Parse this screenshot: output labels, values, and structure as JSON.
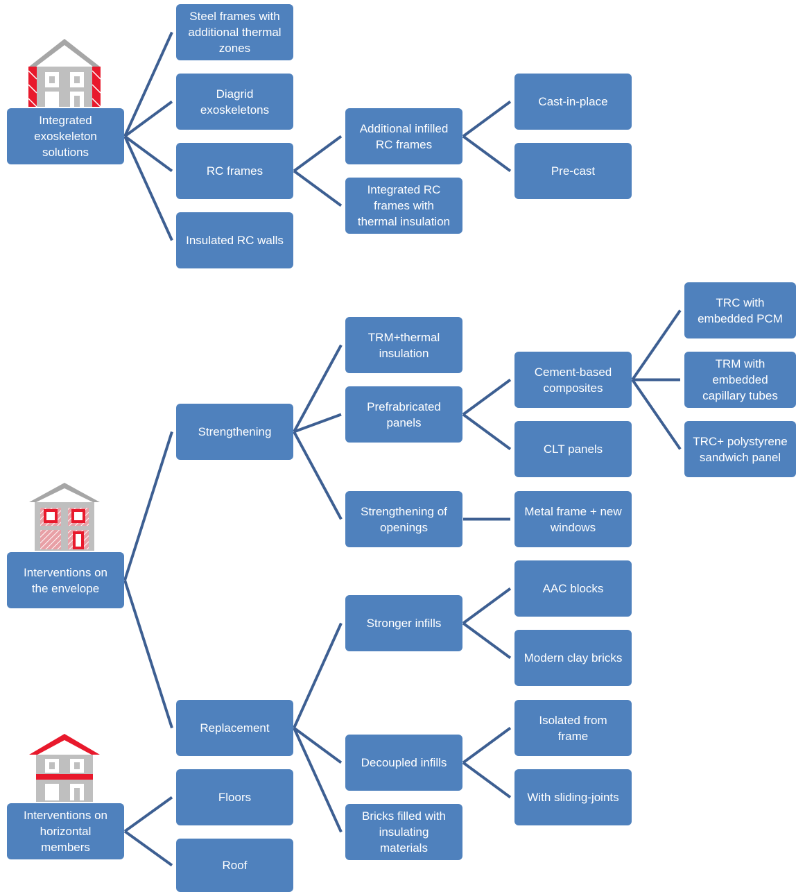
{
  "diagram": {
    "line_color": "#3d5f92",
    "node_color": "#4f81bd",
    "text_color": "#ffffff",
    "groups": [
      {
        "id": "exo",
        "label": "Integrated\nexoskeleton\nsolutions",
        "icon": "building-exoskeleton-icon"
      },
      {
        "id": "env",
        "label": "Interventions on\nthe envelope",
        "icon": "building-envelope-icon"
      },
      {
        "id": "hor",
        "label": "Interventions on\nhorizontal\nmembers",
        "icon": "building-horizontal-members-icon"
      }
    ],
    "nodes": {
      "steel": "Steel frames with\nadditional thermal\nzones",
      "diagrid": "Diagrid\nexoskeletons",
      "rcframes": "RC frames",
      "insrc": "Insulated RC walls",
      "addinf": "Additional infilled\nRC frames",
      "intrc": "Integrated RC\nframes with\nthermal insulation",
      "cast": "Cast-in-place",
      "precast": "Pre-cast",
      "strength": "Strengthening",
      "replace": "Replacement",
      "trm": "TRM+thermal\ninsulation",
      "prefab": "Prefrabricated\npanels",
      "stropen": "Strengthening of\nopenings",
      "cement": "Cement-based\ncomposites",
      "clt": "CLT panels",
      "metal": "Metal frame + new\nwindows",
      "trcpcm": "TRC with\nembedded PCM",
      "trmcap": "TRM with\nembedded\ncapillary tubes",
      "trcpoly": "TRC+ polystyrene\nsandwich panel",
      "stronger": "Stronger infills",
      "decoupled": "Decoupled infills",
      "bricks": "Bricks filled with\ninsulating\nmaterials",
      "aac": "AAC blocks",
      "clay": "Modern clay bricks",
      "isolated": "Isolated from\nframe",
      "sliding": "With sliding-joints",
      "floors": "Floors",
      "roof": "Roof"
    },
    "edges": [
      [
        "exo",
        "steel"
      ],
      [
        "exo",
        "diagrid"
      ],
      [
        "exo",
        "rcframes"
      ],
      [
        "exo",
        "insrc"
      ],
      [
        "rcframes",
        "addinf"
      ],
      [
        "rcframes",
        "intrc"
      ],
      [
        "addinf",
        "cast"
      ],
      [
        "addinf",
        "precast"
      ],
      [
        "env",
        "strength"
      ],
      [
        "env",
        "replace"
      ],
      [
        "strength",
        "trm"
      ],
      [
        "strength",
        "prefab"
      ],
      [
        "strength",
        "stropen"
      ],
      [
        "prefab",
        "cement"
      ],
      [
        "prefab",
        "clt"
      ],
      [
        "cement",
        "trcpcm"
      ],
      [
        "cement",
        "trmcap"
      ],
      [
        "cement",
        "trcpoly"
      ],
      [
        "stropen",
        "metal"
      ],
      [
        "replace",
        "stronger"
      ],
      [
        "replace",
        "decoupled"
      ],
      [
        "replace",
        "bricks"
      ],
      [
        "stronger",
        "aac"
      ],
      [
        "stronger",
        "clay"
      ],
      [
        "decoupled",
        "isolated"
      ],
      [
        "decoupled",
        "sliding"
      ],
      [
        "hor",
        "floors"
      ],
      [
        "hor",
        "roof"
      ]
    ]
  }
}
